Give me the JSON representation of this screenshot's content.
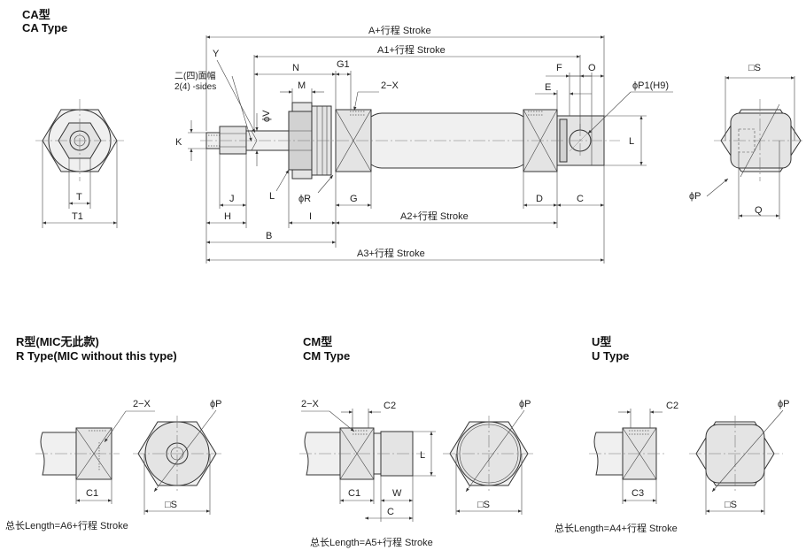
{
  "ca": {
    "title_cn": "CA型",
    "title_en": "CA Type",
    "labels": {
      "y": "Y",
      "sides_cn": "二(四)面幅",
      "sides_en": "2(4) -sides",
      "a_stroke": "A+行程 Stroke",
      "a1_stroke": "A1+行程 Stroke",
      "a2_stroke": "A2+行程 Stroke",
      "a3_stroke": "A3+行程 Stroke",
      "n": "N",
      "g1": "G1",
      "m": "M",
      "x2": "2−X",
      "v": "ϕV",
      "k": "K",
      "l_small": "L",
      "r": "ϕR",
      "g": "G",
      "j": "J",
      "h": "H",
      "i": "I",
      "b": "B",
      "d": "D",
      "c": "C",
      "f": "F",
      "e": "E",
      "o": "O",
      "p1": "ϕP1(H9)",
      "l_right": "L",
      "t": "T",
      "t1": "T1",
      "s": "□S",
      "p": "ϕP",
      "q": "Q"
    }
  },
  "r": {
    "title_cn": "R型(MIC无此款)",
    "title_en": "R Type(MIC without this type)",
    "x2": "2−X",
    "c1": "C1",
    "p": "ϕP",
    "s": "□S",
    "length": "总长Length=A6+行程 Stroke"
  },
  "cm": {
    "title_cn": "CM型",
    "title_en": "CM Type",
    "x2": "2−X",
    "c2": "C2",
    "c1": "C1",
    "w": "W",
    "c": "C",
    "l": "L",
    "p": "ϕP",
    "s": "□S",
    "length": "总长Length=A5+行程 Stroke"
  },
  "u": {
    "title_cn": "U型",
    "title_en": "U Type",
    "c2": "C2",
    "c3": "C3",
    "p": "ϕP",
    "s": "□S",
    "length": "总长Length=A4+行程 Stroke"
  }
}
